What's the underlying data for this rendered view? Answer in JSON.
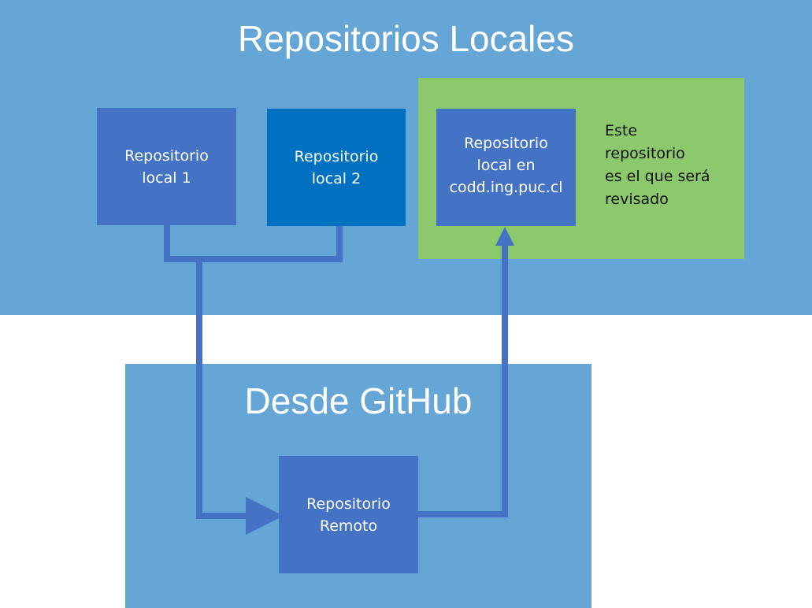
{
  "regions": {
    "local": {
      "title": "Repositorios Locales"
    },
    "github": {
      "title": "Desde GitHub"
    }
  },
  "nodes": {
    "local1": "Repositorio\nlocal 1",
    "local2": "Repositorio\nlocal 2",
    "codd": "Repositorio\nlocal en\ncodd.ing.puc.cl",
    "remote": "Repositorio\nRemoto"
  },
  "note": "Este\nrepositorio\nes el que será\nrevisado",
  "colors": {
    "region_bg": "#65a6d6",
    "highlight_bg": "#8cc86c",
    "node_blue": "#4472c4",
    "node_dark_blue": "#0070c0",
    "connector": "#4472c4"
  }
}
